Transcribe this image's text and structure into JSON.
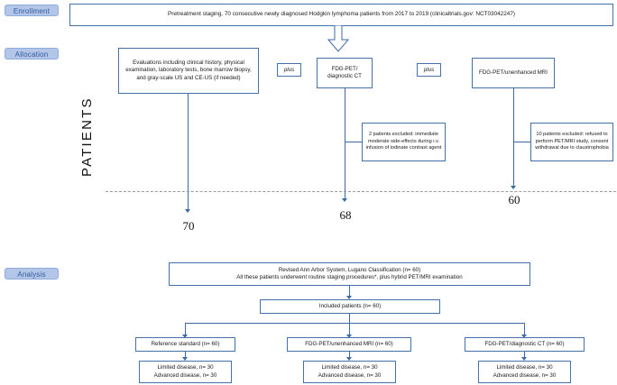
{
  "figure": {
    "type": "flow-diagram",
    "title": "Patient enrollment, allocation and analysis flowchart",
    "vertical_axis_label": "PATIENTS",
    "accent_color": "#4472a8",
    "badge_color": "#b3c6e7"
  },
  "stages": {
    "enrollment": "Enrollment",
    "allocation": "Allocation",
    "analysis": "Analysis"
  },
  "enrollment": {
    "box": "Pretreatment staging, 70 consecutive newly diagnosed Hodgkin lymphoma patients from 2017 to 2019 (clinicaltrials.gov: NCT03042247)"
  },
  "allocation": {
    "evaluations_box": "Evaluations including clinical history, physical examination, laboratory tests, bone marrow biopsy, and gray-scale US and CE-US (if needed)",
    "plus_1": "plus",
    "pet_ct_box": "FDG-PET/ diagnostic CT",
    "plus_2": "plus",
    "pet_mri_box": "FDG-PET/unenhanced MRI",
    "exclusion_ct": "2 patients excluded: immediate moderate side-effects during i.v. infusion of iodinate contrast agent",
    "exclusion_mri": "10 patients excluded: refused to perform PET/MRI study, consent withdrawal due to claustrophobia",
    "counts": {
      "evaluations": "70",
      "pet_ct": "68",
      "pet_mri": "60"
    }
  },
  "analysis": {
    "classification_line1": "Revised Ann Arbor System, Lugano Classification (n= 60)",
    "classification_line2": "All these patients underwent routine staging procedures*, plus hybrid PET/MRI examination",
    "included_patients": "Included patients (n= 60)",
    "arms": [
      {
        "title": "Reference standard (n= 60)",
        "line1": "Limited disease, n= 30",
        "line2": "Advanced disease, n= 30"
      },
      {
        "title": "FDG-PET/unenhanced MRI (n= 60)",
        "line1": "Limited disease, n= 30",
        "line2": "Advanced disease, n= 30"
      },
      {
        "title": "FDG-PET/diagnostic CT (n= 60)",
        "line1": "Limited disease, n= 30",
        "line2": "Advanced disease, n= 30"
      }
    ]
  }
}
